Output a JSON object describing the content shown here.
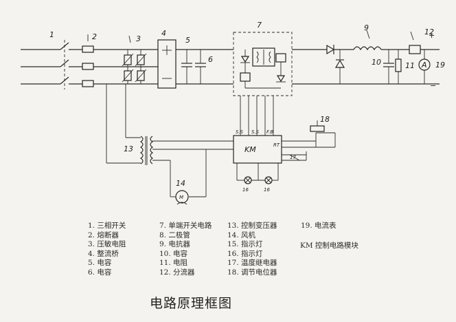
{
  "diagram": {
    "title": "电路原理框图",
    "callouts": [
      "1",
      "2",
      "3",
      "4",
      "5",
      "6",
      "7",
      "9",
      "10",
      "11",
      "12",
      "13",
      "14",
      "18",
      "19"
    ],
    "km_label": "KM",
    "km_pins": [
      "S.S",
      "S.S",
      "F.B"
    ],
    "km_side_pin": "RT",
    "pot_label": "17",
    "lamp_labels": [
      "16",
      "16"
    ],
    "meter_symbol": "A",
    "motor_symbol": "M",
    "plus_sign": "+",
    "minus_sign": "−"
  },
  "legend": {
    "col1": [
      "1. 三相开关",
      "2. 熔断器",
      "3. 压敏电阻",
      "4. 整流桥",
      "5. 电容",
      "6. 电容"
    ],
    "col2": [
      "7. 单端开关电路",
      "8. 二极管",
      "9. 电抗器",
      "10. 电容",
      "11. 电阻",
      "12. 分流器"
    ],
    "col3": [
      "13. 控制变压器",
      "14. 风机",
      "15. 指示灯",
      "16. 指示灯",
      "17. 温度继电器",
      "18. 调节电位器"
    ],
    "col4": [
      "19. 电流表"
    ],
    "note": "KM 控制电路模块"
  }
}
